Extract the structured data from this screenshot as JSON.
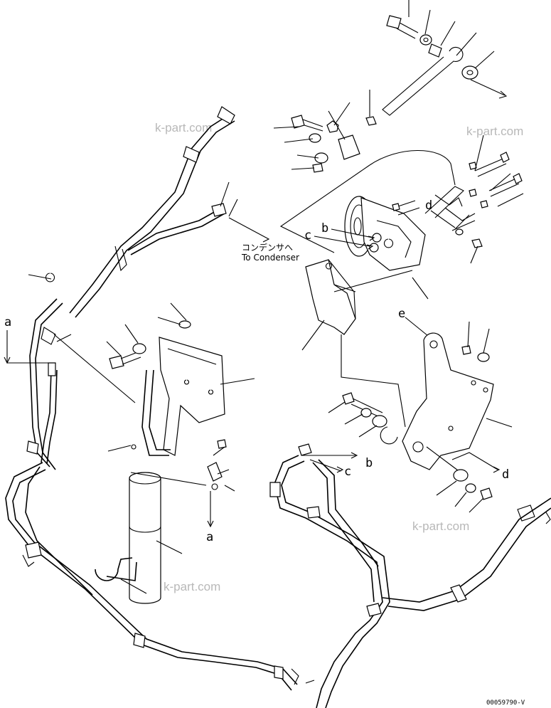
{
  "labels": {
    "a": "a",
    "b": "b",
    "c": "c",
    "d": "d",
    "e": "e"
  },
  "note": {
    "japanese": "コンデンサへ",
    "english": "To Condenser"
  },
  "watermark": "k-part.com",
  "drawing_code": "00059790-V"
}
